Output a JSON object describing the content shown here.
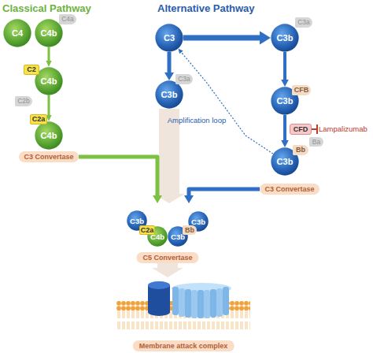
{
  "diagram": {
    "nodes": [
      {
        "text": [
          "C4"
        ]
      },
      {
        "text": [
          "C4b"
        ]
      },
      {
        "text": [
          "C4a"
        ]
      },
      {
        "text": [
          "C2"
        ]
      },
      {
        "text": [
          "C4b"
        ]
      },
      {
        "text": [
          "C2b"
        ]
      },
      {
        "text": [
          "C2a"
        ]
      },
      {
        "text": [
          "C4b"
        ]
      },
      {
        "text": [
          "C3 Convertase"
        ]
      },
      {
        "text": [
          "C3"
        ]
      },
      {
        "text": [
          "C3b"
        ]
      },
      {
        "text": [
          "C3a"
        ]
      },
      {
        "text": [
          "C3a"
        ]
      },
      {
        "text": [
          "C3b"
        ]
      },
      {
        "text": [
          "CFB"
        ]
      },
      {
        "text": [
          "C3b"
        ]
      },
      {
        "text": [
          "CFD"
        ]
      },
      {
        "text": [
          "Bb"
        ]
      },
      {
        "text": [
          "Ba"
        ]
      },
      {
        "text": [
          "C3b"
        ]
      },
      {
        "text": [
          "C3 Convertase"
        ]
      },
      {
        "text": [
          "C5 Convertase"
        ]
      },
      {
        "text": [
          "C3b"
        ],
        "in": 21
      },
      {
        "text": [
          "C2a"
        ],
        "in": 21
      },
      {
        "text": [
          "C4b"
        ],
        "in": 21
      },
      {
        "text": [
          "C3b"
        ],
        "in": 21
      },
      {
        "text": [
          "Bb"
        ],
        "in": 21
      },
      {
        "text": [
          "C3b"
        ],
        "in": 21
      },
      {
        "text": [
          "Membrane attack complex"
        ]
      }
    ],
    "edges": [
      {
        "from": 1,
        "to": 4,
        "arrow": "to"
      },
      {
        "from": 4,
        "to": 7,
        "arrow": "to"
      },
      {
        "from": 9,
        "to": 10,
        "arrow": "to"
      },
      {
        "from": 9,
        "to": 13,
        "arrow": "to"
      },
      {
        "from": 10,
        "to": 15,
        "arrow": "to"
      },
      {
        "from": 15,
        "to": 19,
        "arrow": "to"
      },
      {
        "from": 19,
        "to": 9,
        "label": "Amplification loop",
        "arrow": "to"
      },
      {
        "from": 8,
        "to": 21,
        "arrow": "to"
      },
      {
        "from": 13,
        "to": 21,
        "arrow": "to"
      },
      {
        "from": 20,
        "to": 21,
        "arrow": "to"
      },
      {
        "from": 21,
        "to": 28,
        "arrow": "to"
      }
    ],
    "labels": [
      "Classical Pathway",
      "Alternative Pathway",
      "Lampalizumab"
    ]
  }
}
